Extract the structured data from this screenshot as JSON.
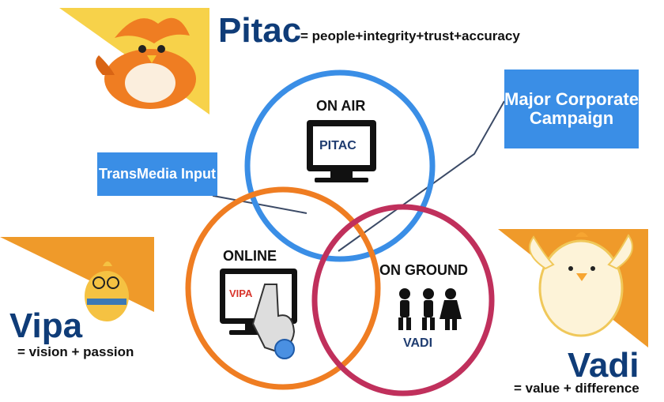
{
  "pitac": {
    "name": "Pitac",
    "definition": "= people+integrity+trust+accuracy"
  },
  "vipa": {
    "name": "Vipa",
    "definition": "= vision + passion"
  },
  "vadi": {
    "name": "Vadi",
    "definition": "= value + difference"
  },
  "callouts": {
    "major": "Major Corporate Campaign",
    "transmedia": "TransMedia Input"
  },
  "circles": {
    "on_air": "ON AIR",
    "online": "ONLINE",
    "on_ground": "ON GROUND"
  },
  "screens": {
    "pitac_label": "PITAC",
    "vipa_label": "VIPA",
    "vadi_label": "VADI"
  },
  "colors": {
    "on_air_ring": "#3a8ee6",
    "online_ring": "#ef7d22",
    "on_ground_ring": "#c0305c",
    "callout_bg": "#3a8ee6",
    "title": "#0f3c78",
    "mascot_bg_yellow": "#f7d24a",
    "mascot_bg_orange": "#ef9a2a"
  },
  "icons": [
    "orange-bird-mascot-icon",
    "glasses-bird-mascot-icon",
    "white-bird-mascot-icon",
    "tv-monitor-icon",
    "touch-screen-icon",
    "people-group-icon"
  ]
}
